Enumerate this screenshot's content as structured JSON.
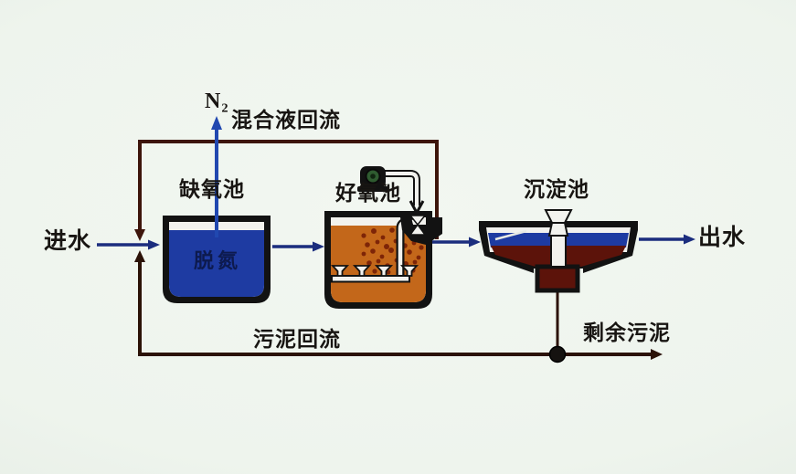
{
  "diagram": {
    "labels": {
      "influent": "进水",
      "n2": "N₂",
      "mixed_liquor_recycle": "混合液回流",
      "anoxic_tank": "缺氧池",
      "aerobic_tank": "好氧池",
      "sedimentation_tank": "沉淀池",
      "effluent": "出水",
      "denitrification": "脱氮",
      "sludge_return": "污泥回流",
      "excess_sludge": "剩余污泥"
    },
    "colors": {
      "background": "#eef4ed",
      "flow_arrow_blue": "#1b2d7e",
      "n2_arrow_blue": "#2148b0",
      "recycle_line_brown": "#3d150b",
      "sludge_line_brown": "#2b1207",
      "tank_border_black": "#121212",
      "anoxic_water_blue": "#1e3ba2",
      "aerobic_water_orange": "#c3671a",
      "bubble_dark_red": "#7e2507",
      "settled_sludge_red": "#5c130a",
      "pump_green": "#2f5b30",
      "pipe_white": "#f2f2ee"
    }
  }
}
